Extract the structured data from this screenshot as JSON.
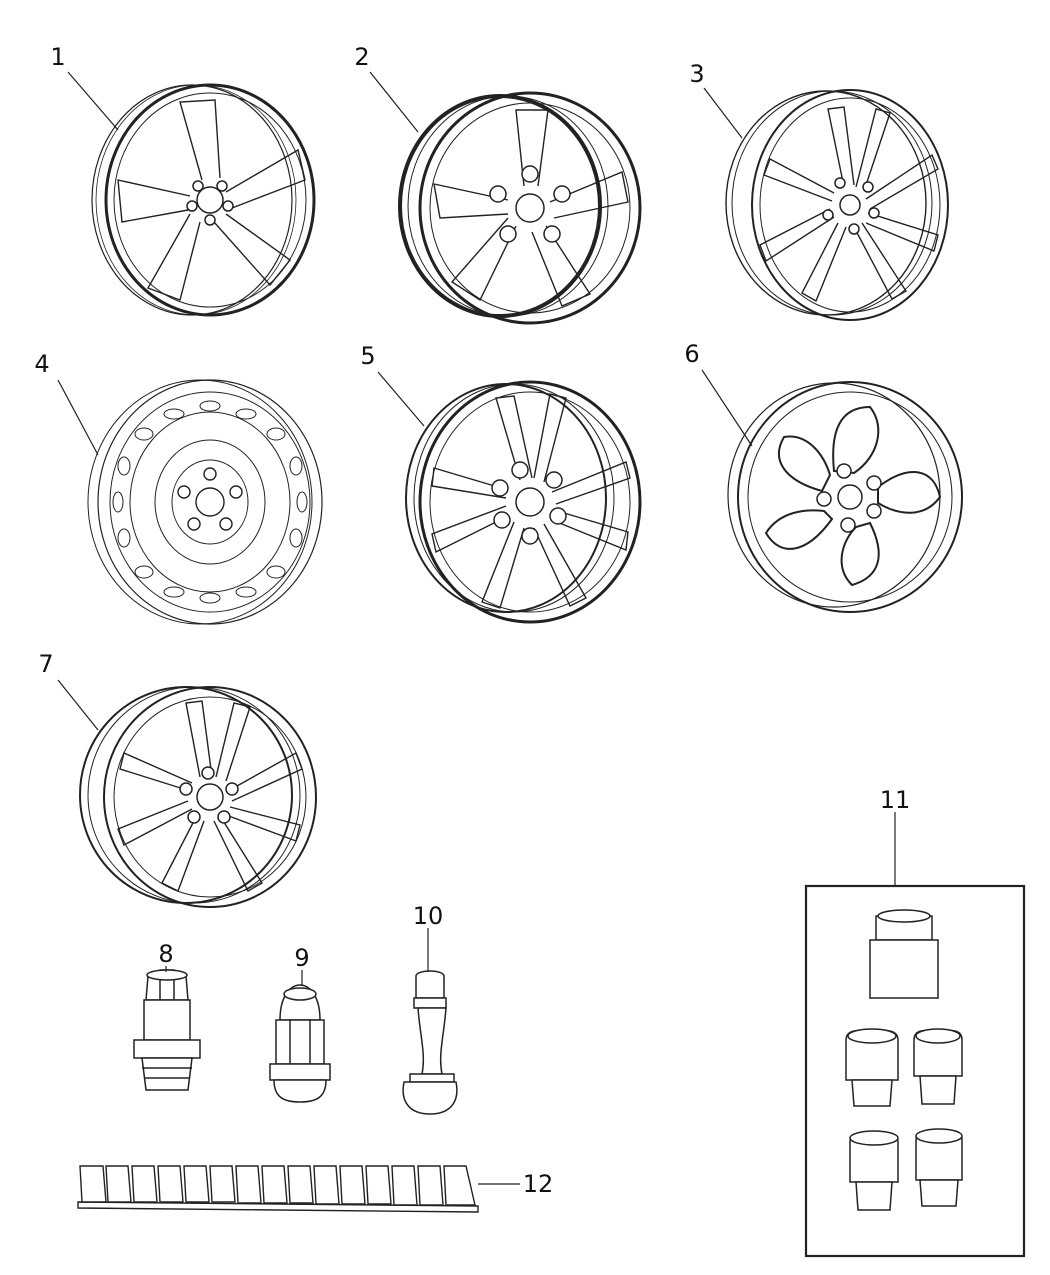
{
  "diagram": {
    "callouts": [
      "1",
      "2",
      "3",
      "4",
      "5",
      "6",
      "7",
      "8",
      "9",
      "10",
      "11",
      "12"
    ],
    "colors": {
      "line": "#222222",
      "background": "#ffffff"
    }
  }
}
